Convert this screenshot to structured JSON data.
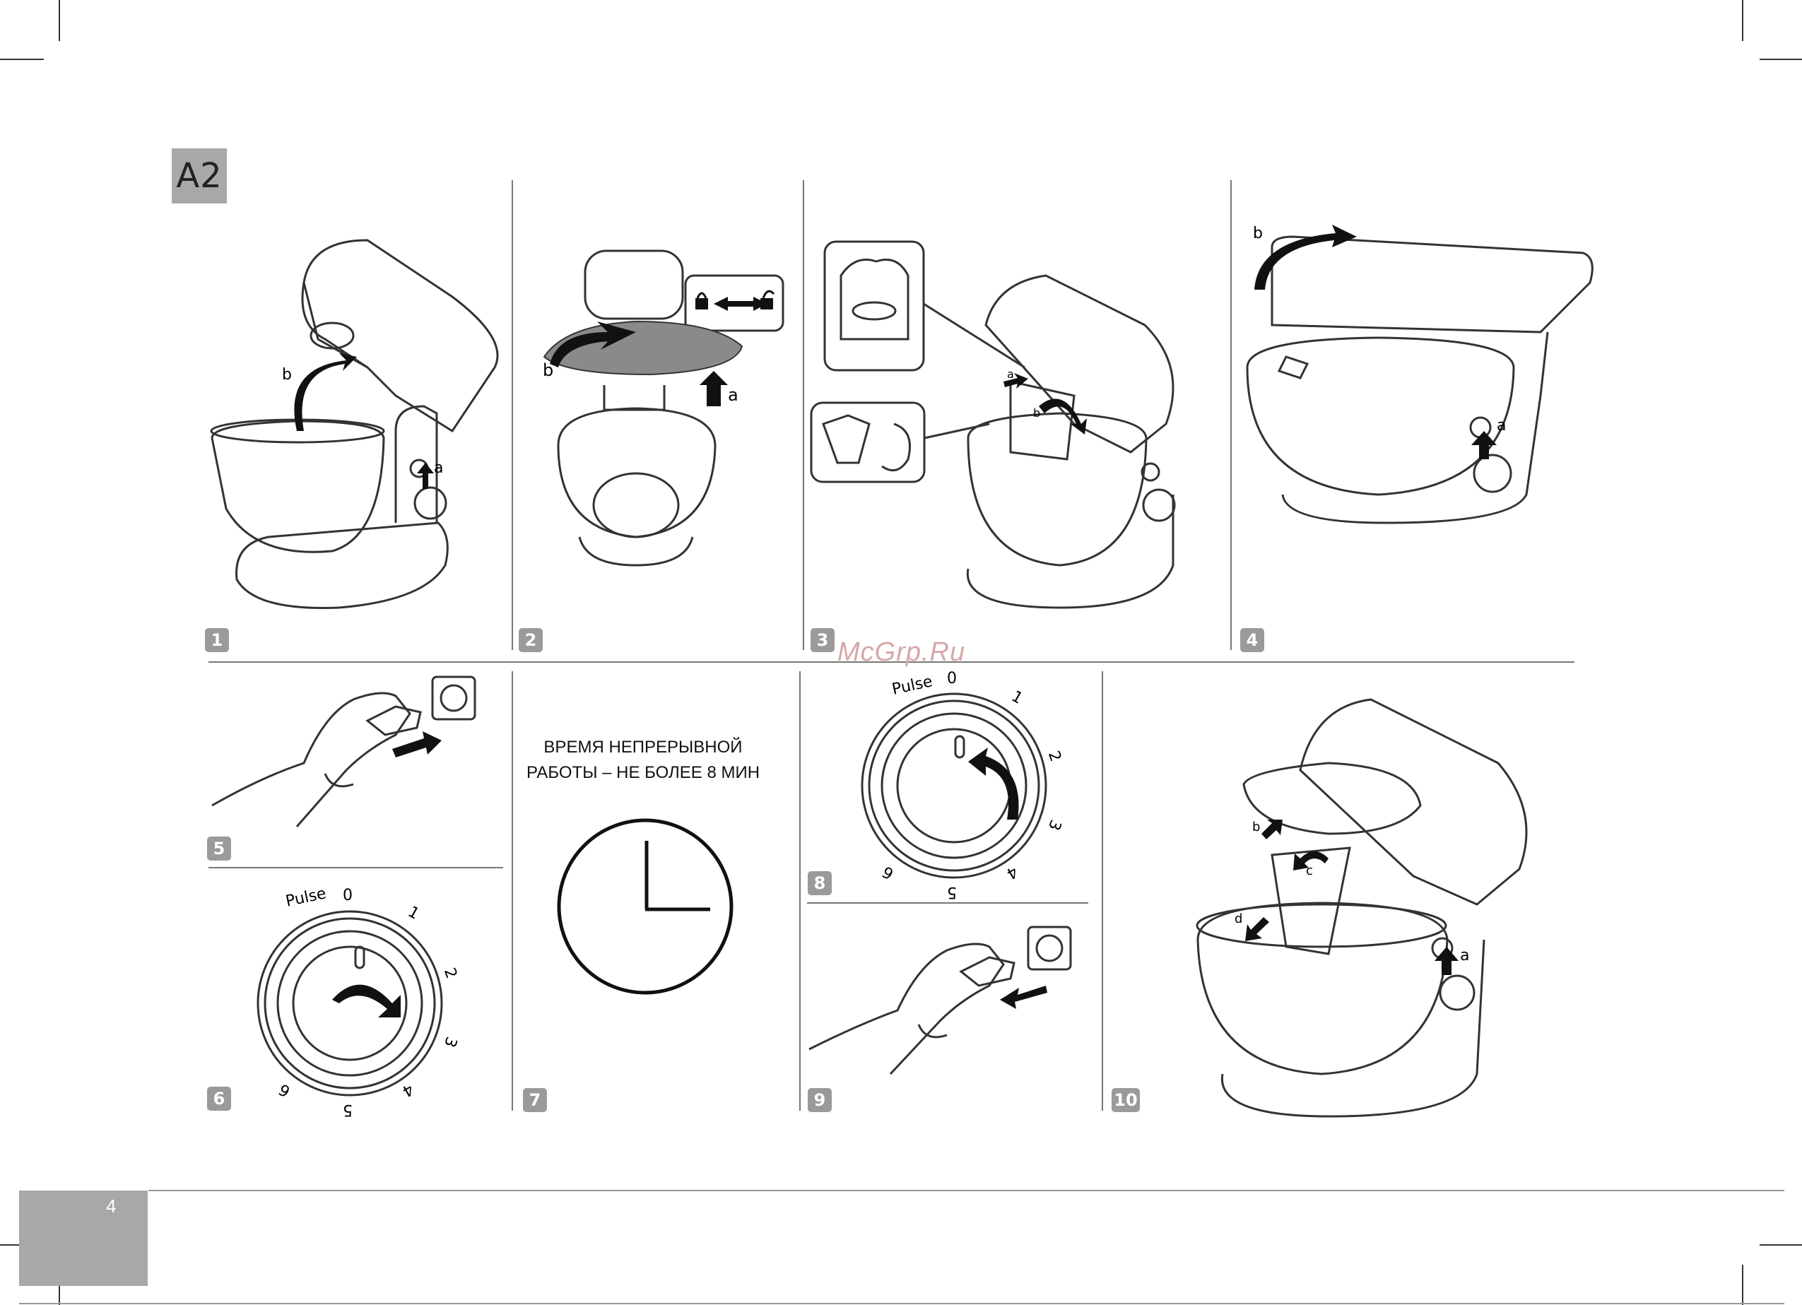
{
  "section_label": "A2",
  "watermark": "McGrp.Ru",
  "page_number": "4",
  "steps": [
    "1",
    "2",
    "3",
    "4",
    "5",
    "6",
    "7",
    "8",
    "9",
    "10"
  ],
  "caption": {
    "line1": "ВРЕМЯ НЕПРЕРЫВНОЙ",
    "line2": "РАБОТЫ – НЕ БОЛЕЕ 8 МИН"
  },
  "callouts": {
    "a": "a",
    "b": "b",
    "c": "c",
    "d": "d"
  },
  "dial": {
    "pulse_label": "Pulse",
    "positions": [
      "0",
      "1",
      "2",
      "3",
      "4",
      "5",
      "6"
    ]
  },
  "colors": {
    "badge_gray": "#a8a8a8",
    "step_badge": "#9a9a9a",
    "watermark": "#d6a8a8"
  }
}
